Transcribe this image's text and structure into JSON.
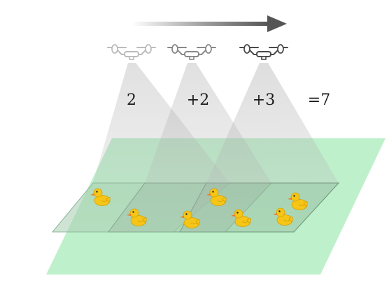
{
  "counts": {
    "frame1": "2",
    "frame2": "+2",
    "frame3": "+3",
    "total": "=7"
  },
  "direction_arrow": "motion-direction",
  "colors": {
    "ground": "#bff0cc",
    "footprint": "#9fd8ae",
    "beam": "#b4b4b4",
    "duck_body": "#f5c518",
    "duck_beak": "#f07a1a"
  },
  "icons": [
    "drone-icon",
    "duck-icon",
    "arrow-right-icon"
  ]
}
